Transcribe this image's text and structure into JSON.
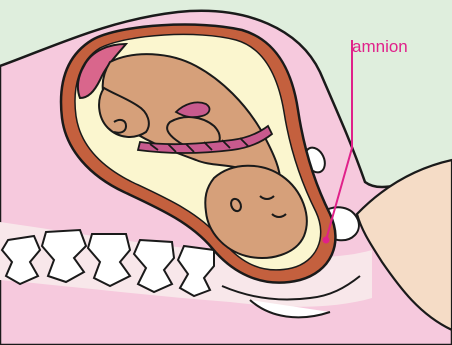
{
  "labels": {
    "amnion": "amnion"
  },
  "colors": {
    "background": "#dfeedd",
    "body_pink": "#f6c9dd",
    "outline": "#1a1a1a",
    "uterine_wall": "#c4603e",
    "amniotic_fluid": "#fbf6cf",
    "fetus_skin": "#d6a07a",
    "umbilical_cord": "#c85a8e",
    "placenta": "#d9668c",
    "bone": "#ffffff",
    "thigh": "#f5dcc6",
    "pointer_line": "#e0218a"
  },
  "icons": [
    "uterus-illustration",
    "fetus-illustration",
    "umbilical-cord-illustration",
    "spine-vertebrae-illustration"
  ]
}
